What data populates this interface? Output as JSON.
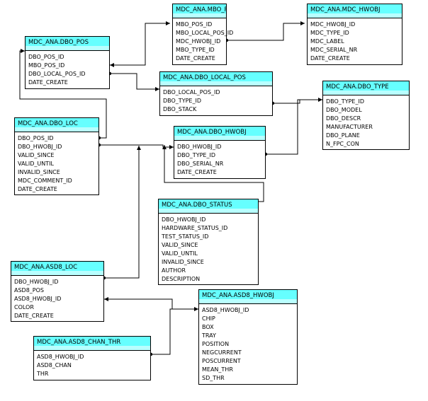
{
  "diagram": {
    "tables": [
      {
        "id": "mbo_pos",
        "title": "MDC_ANA.MBO_POS",
        "fields": [
          "MBO_POS_ID",
          "MBO_LOCAL_POS_ID",
          "MDC_HWOBJ_ID",
          "MBO_TYPE_ID",
          "DATE_CREATE"
        ]
      },
      {
        "id": "mdc_hwobj",
        "title": "MDC_ANA.MDC_HWOBJ",
        "fields": [
          "MDC_HWOBJ_ID",
          "MDC_TYPE_ID",
          "MDC_LABEL",
          "MDC_SERIAL_NR",
          "DATE_CREATE"
        ]
      },
      {
        "id": "dbo_pos",
        "title": "MDC_ANA.DBO_POS",
        "fields": [
          "DBO_POS_ID",
          "MBO_POS_ID",
          "DBO_LOCAL_POS_ID",
          "DATE_CREATE"
        ]
      },
      {
        "id": "dbo_local_pos",
        "title": "MDC_ANA.DBO_LOCAL_POS",
        "fields": [
          "DBO_LOCAL_POS_ID",
          "DBO_TYPE_ID",
          "DBO_STACK"
        ]
      },
      {
        "id": "dbo_type",
        "title": "MDC_ANA.DBO_TYPE",
        "fields": [
          "DBO_TYPE_ID",
          "DBO_MODEL",
          "DBO_DESCR",
          "MANUFACTURER",
          "DBO_PLANE",
          "N_FPC_CON"
        ]
      },
      {
        "id": "dbo_loc",
        "title": "MDC_ANA.DBO_LOC",
        "fields": [
          "DBO_POS_ID",
          "DBO_HWOBJ_ID",
          "VALID_SINCE",
          "VALID_UNTIL",
          "INVALID_SINCE",
          "MDC_COMMENT_ID",
          "DATE_CREATE"
        ]
      },
      {
        "id": "dbo_hwobj",
        "title": "MDC_ANA.DBO_HWOBJ",
        "fields": [
          "DBO_HWOBJ_ID",
          "DBO_TYPE_ID",
          "DBO_SERIAL_NR",
          "DATE_CREATE"
        ]
      },
      {
        "id": "dbo_status",
        "title": "MDC_ANA.DBO_STATUS",
        "fields": [
          "DBO_HWOBJ_ID",
          "HARDWARE_STATUS_ID",
          "TEST_STATUS_ID",
          "VALID_SINCE",
          "VALID_UNTIL",
          "INVALID_SINCE",
          "AUTHOR",
          "DESCRIPTION"
        ]
      },
      {
        "id": "asd8_loc",
        "title": "MDC_ANA.ASD8_LOC",
        "fields": [
          "DBO_HWOBJ_ID",
          "ASD8_POS",
          "ASD8_HWOBJ_ID",
          "COLOR",
          "DATE_CREATE"
        ]
      },
      {
        "id": "asd8_hwobj",
        "title": "MDC_ANA.ASD8_HWOBJ",
        "fields": [
          "ASD8_HWOBJ_ID",
          "CHIP",
          "BOX",
          "TRAY",
          "POSITION",
          "NEGCURRENT",
          "POSCURRENT",
          "MEAN_THR",
          "SD_THR"
        ]
      },
      {
        "id": "asd8_chan_thr",
        "title": "MDC_ANA.ASD8_CHAN_THR",
        "fields": [
          "ASD8_HWOBJ_ID",
          "ASD8_CHAN",
          "THR"
        ]
      }
    ]
  }
}
